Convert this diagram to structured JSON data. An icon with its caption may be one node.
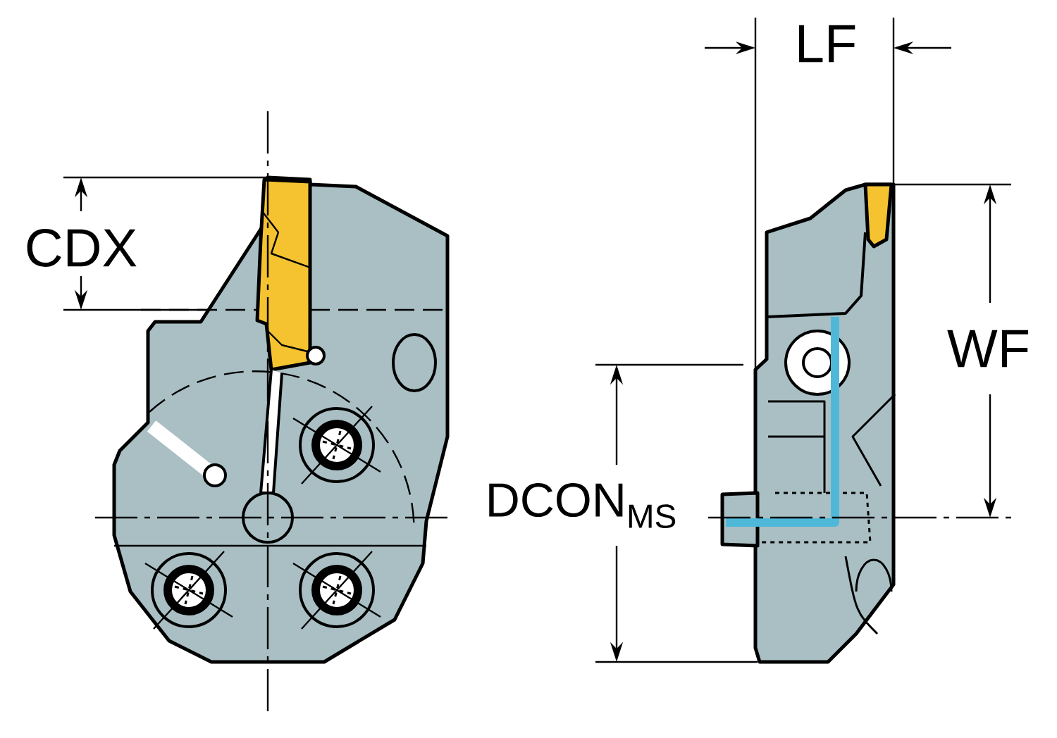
{
  "diagram": {
    "labels": [
      "LF",
      "CDX",
      "WF",
      "DCON$_{MS}$"
    ]
  }
}
